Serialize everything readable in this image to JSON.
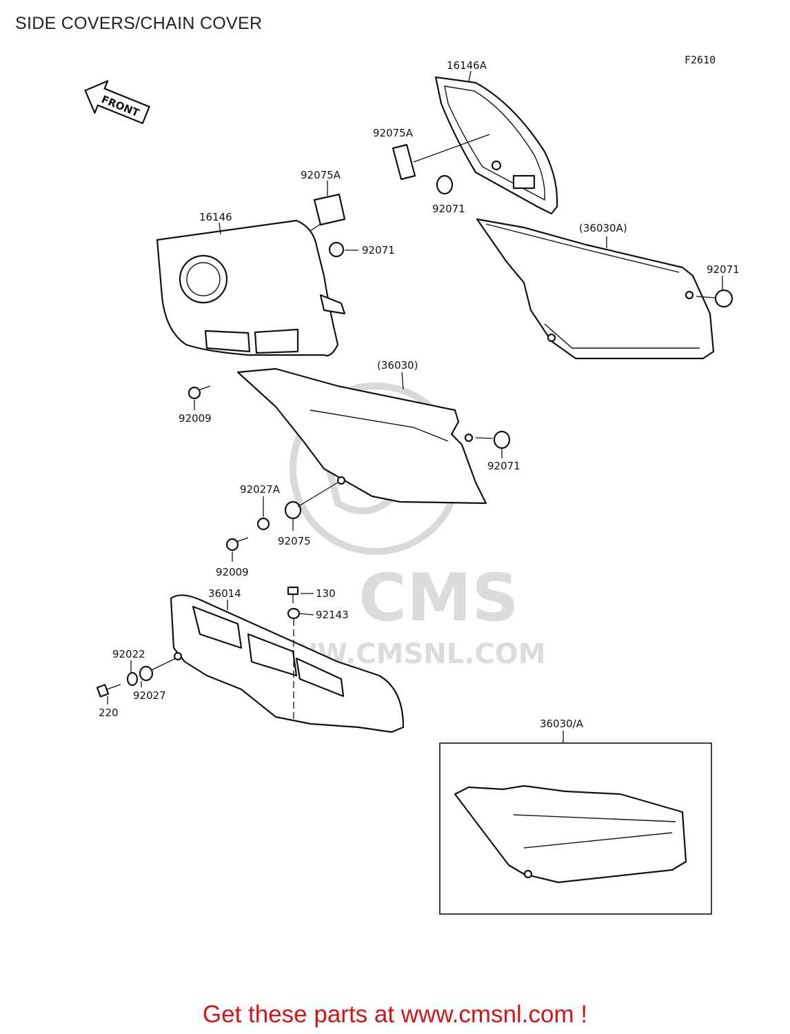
{
  "title": "SIDE COVERS/CHAIN COVER",
  "figure_code": "F2610",
  "front_arrow_label": "FRONT",
  "watermark": {
    "brand": "CMS",
    "url": "WWW.CMSNL.COM"
  },
  "callouts": [
    {
      "id": "16146A",
      "text": "16146A"
    },
    {
      "id": "92075A-right",
      "text": "92075A"
    },
    {
      "id": "92071-right-upper",
      "text": "92071"
    },
    {
      "id": "36030A",
      "text": "(36030A)"
    },
    {
      "id": "92071-far-right",
      "text": "92071"
    },
    {
      "id": "92075A-left",
      "text": "92075A"
    },
    {
      "id": "16146",
      "text": "16146"
    },
    {
      "id": "92071-left",
      "text": "92071"
    },
    {
      "id": "92009-upper",
      "text": "92009"
    },
    {
      "id": "36030",
      "text": "(36030)"
    },
    {
      "id": "92071-mid",
      "text": "92071"
    },
    {
      "id": "92027A",
      "text": "92027A"
    },
    {
      "id": "92075",
      "text": "92075"
    },
    {
      "id": "92009-lower",
      "text": "92009"
    },
    {
      "id": "36014",
      "text": "36014"
    },
    {
      "id": "130",
      "text": "130"
    },
    {
      "id": "92143",
      "text": "92143"
    },
    {
      "id": "92022",
      "text": "92022"
    },
    {
      "id": "92027",
      "text": "92027"
    },
    {
      "id": "220",
      "text": "220"
    },
    {
      "id": "36030-A-inset",
      "text": "36030/A"
    }
  ],
  "footer": "Get these parts at www.cmsnl.com !"
}
